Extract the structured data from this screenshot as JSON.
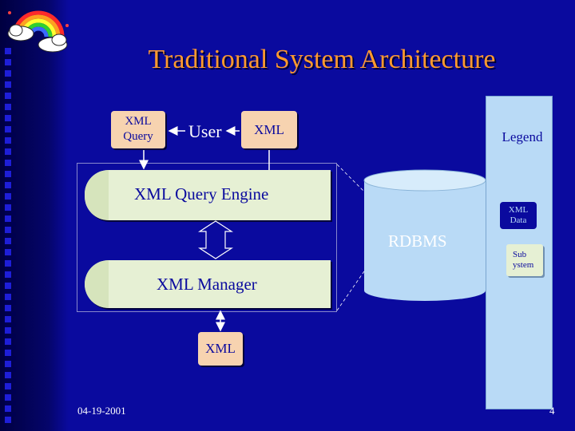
{
  "title": "Traditional System Architecture",
  "components": {
    "xml_query": "XML Query",
    "user": "User",
    "xml_top": "XML",
    "query_engine": "XML Query Engine",
    "xml_manager": "XML Manager",
    "rdbms": "RDBMS",
    "xml_bottom": "XML"
  },
  "legend": {
    "title": "Legend",
    "data": "XML Data",
    "subsystem": "Sub ystem"
  },
  "footer": {
    "date": "04-19-2001",
    "page": "4"
  },
  "colors": {
    "background": "#0a0a9e",
    "title": "#ff9a2e",
    "box_fill": "#f7d3b0",
    "engine_fill": "#e6f0d4",
    "legend_fill": "#b9daf6",
    "db_fill": "#b9daf6"
  }
}
